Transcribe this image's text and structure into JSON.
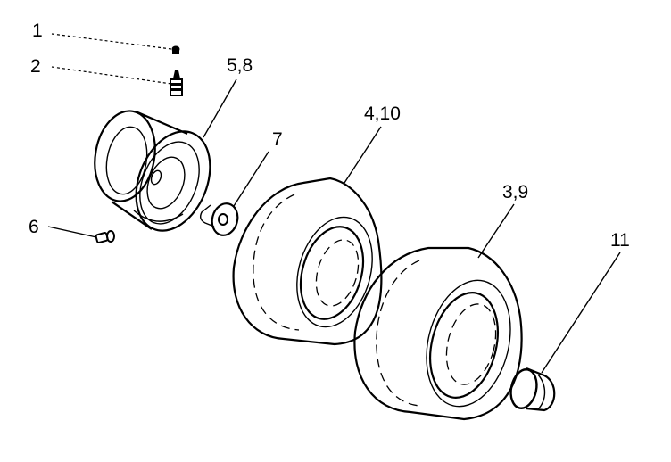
{
  "callouts": [
    {
      "id": "part-1",
      "text": "1"
    },
    {
      "id": "part-2",
      "text": "2"
    },
    {
      "id": "part-5-8",
      "text": "5,8"
    },
    {
      "id": "part-7",
      "text": "7"
    },
    {
      "id": "part-4-10",
      "text": "4,10"
    },
    {
      "id": "part-3-9",
      "text": "3,9"
    },
    {
      "id": "part-6",
      "text": "6"
    },
    {
      "id": "part-11",
      "text": "11"
    }
  ],
  "colors": {
    "line": "#000000",
    "background": "#ffffff"
  }
}
